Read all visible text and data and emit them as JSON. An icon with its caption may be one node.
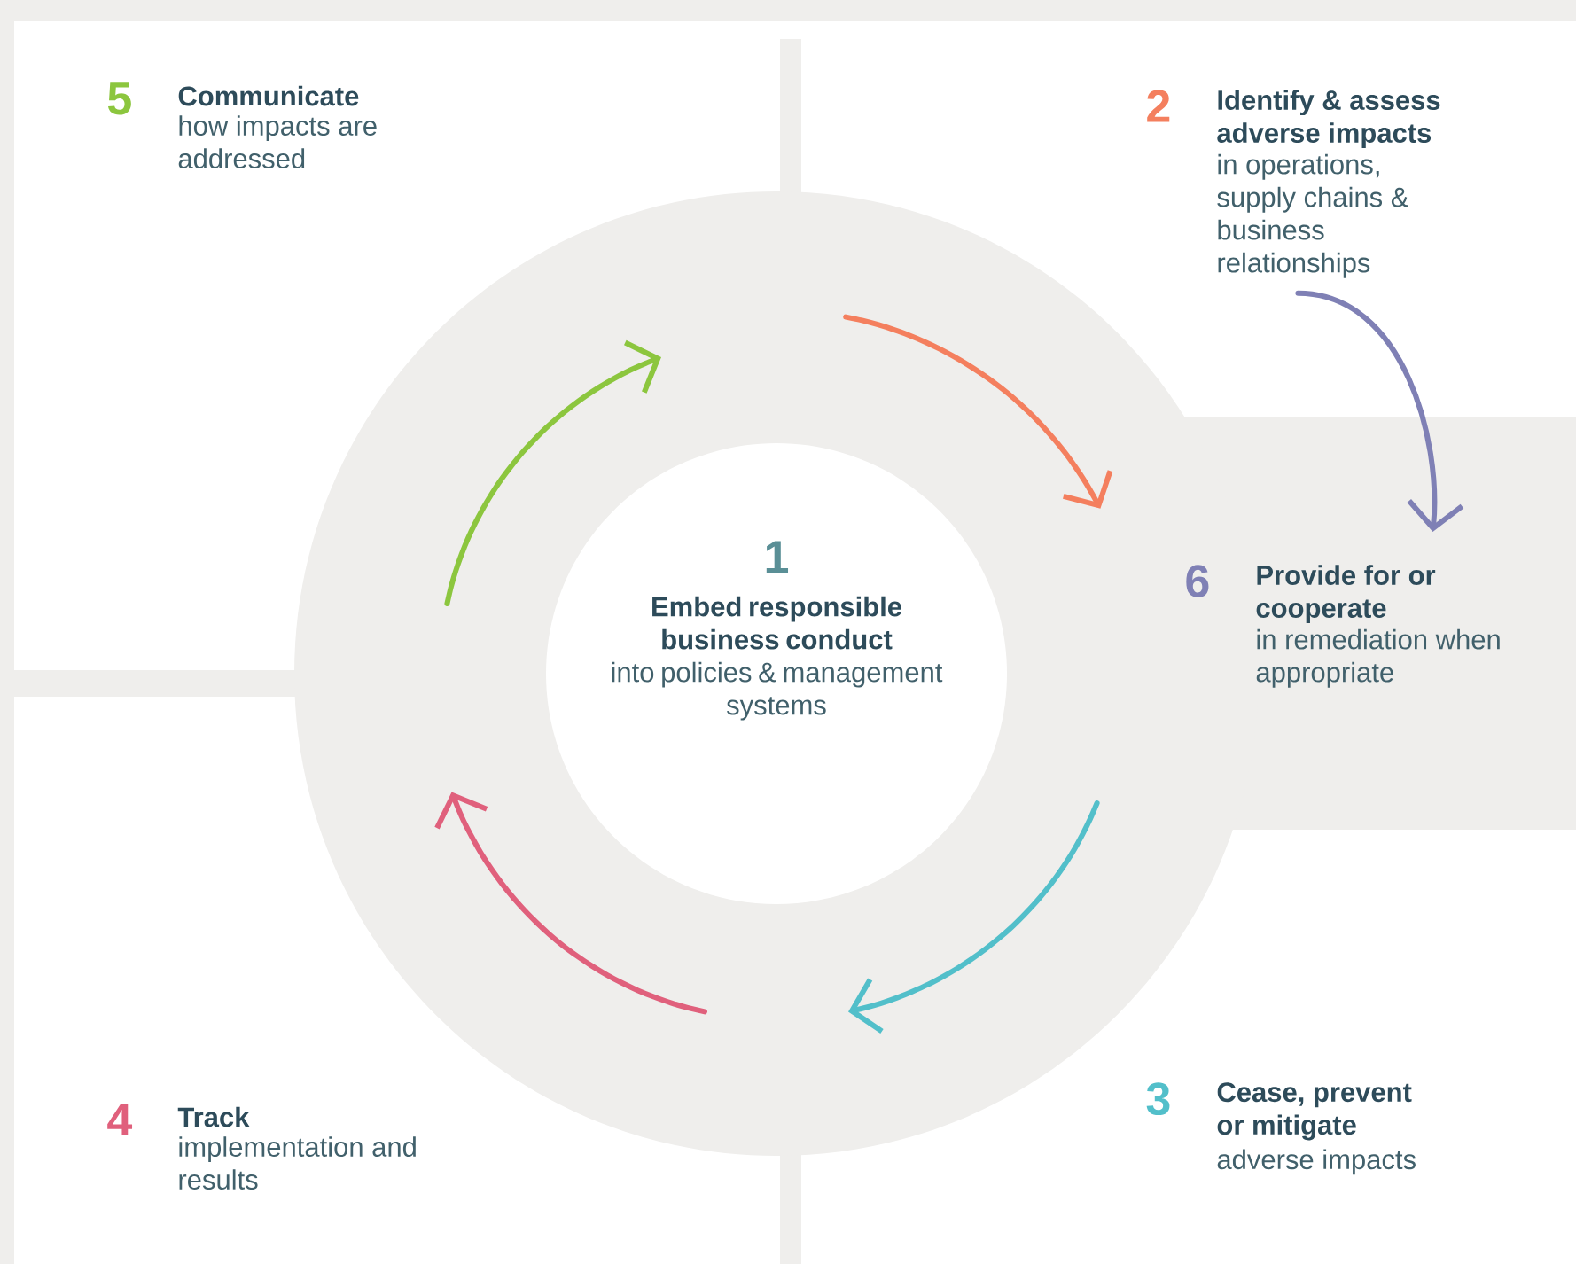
{
  "diagram": {
    "nodes": [
      {
        "text": [
          "5",
          "Communicate",
          "how impacts are addressed"
        ]
      },
      {
        "text": [
          "2",
          "Identify & assess adverse impacts",
          "in operations, supply chains & business relationships"
        ]
      },
      {
        "text": [
          "1",
          "Embed responsible business conduct",
          "into policies & management systems"
        ]
      },
      {
        "text": [
          "6",
          "Provide for or cooperate",
          "in remediation when appropriate"
        ]
      },
      {
        "text": [
          "3",
          "Cease, prevent or mitigate",
          "adverse impacts"
        ]
      },
      {
        "text": [
          "4",
          "Track",
          "implementation and results"
        ]
      }
    ],
    "edges": [
      {
        "from": 1,
        "to": 3,
        "arrow": "to",
        "color": "#7f80b5"
      }
    ]
  }
}
